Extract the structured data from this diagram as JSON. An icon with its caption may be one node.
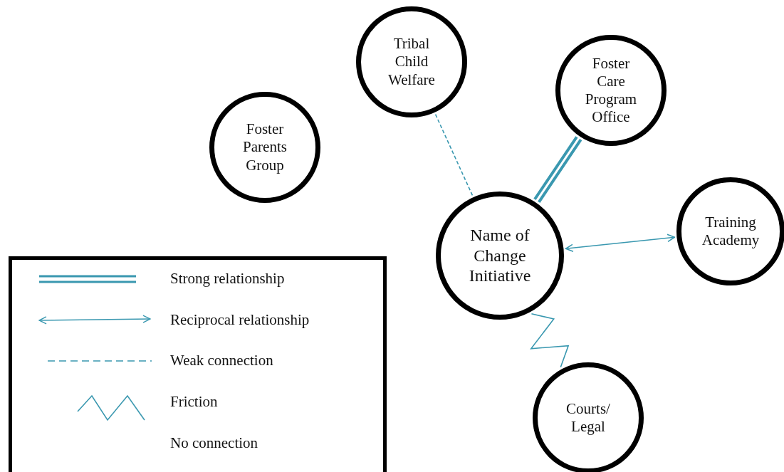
{
  "diagram": {
    "nodes": [
      {
        "text": [
          "Foster Parents Group"
        ]
      },
      {
        "text": [
          "Tribal Child Welfare"
        ]
      },
      {
        "text": [
          "Foster Care Program Office"
        ]
      },
      {
        "text": [
          "Name of Change Initiative"
        ]
      },
      {
        "text": [
          "Training Academy"
        ]
      },
      {
        "text": [
          "Courts/ Legal"
        ]
      }
    ],
    "edges": [
      {
        "from": 1,
        "to": 3,
        "arrow": "none",
        "style": "dashed"
      },
      {
        "from": 2,
        "to": 3,
        "arrow": "none",
        "style": "thick"
      },
      {
        "from": 3,
        "to": 4,
        "arrow": "both"
      },
      {
        "from": 3,
        "to": 5,
        "arrow": "none"
      }
    ],
    "legend": [
      {
        "text": "Strong relationship"
      },
      {
        "text": "Reciprocal relationship"
      },
      {
        "text": "Weak connection"
      },
      {
        "text": "Friction"
      },
      {
        "text": "No connection"
      }
    ]
  }
}
